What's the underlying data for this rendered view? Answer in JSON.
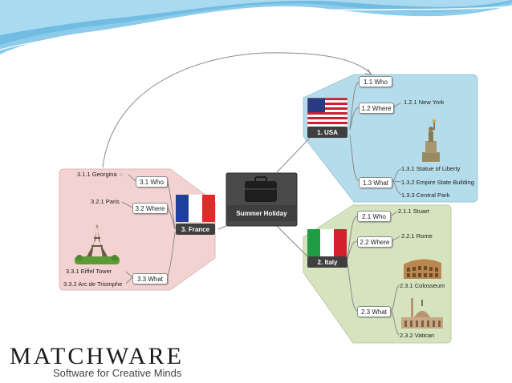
{
  "center": {
    "label": "Summer Holiday"
  },
  "usa": {
    "label": "1.  USA",
    "who": "1.1  Who",
    "where": "1.2  Where",
    "where_leaf": "1.2.1  New York",
    "what": "1.3  What",
    "what_leaves": [
      "1.3.1  Statue of Liberty",
      "1.3.2  Empire State Building",
      "1.3.3  Central Park"
    ]
  },
  "italy": {
    "label": "2.  Italy",
    "who": "2.1  Who",
    "who_leaf": "2.1.1  Stuart",
    "where": "2.2  Where",
    "where_leaf": "2.2.1  Rome",
    "what": "2.3  What",
    "what_leaves": [
      "2.3.1  Colosseum",
      "2.3.2  Vatican"
    ]
  },
  "france": {
    "label": "3.  France",
    "who": "3.1  Who",
    "who_leaf": "3.1.1  Georgina",
    "where": "3.2  Where",
    "where_leaf": "3.2.1  Paris",
    "what": "3.3  What",
    "what_leaves": [
      "3.3.1  Eiffel Tower",
      "3.3.2  Arc de Triomphe"
    ]
  },
  "brand": {
    "name": "MatchWare",
    "tagline": "Software for Creative Minds"
  },
  "colors": {
    "usa_zone": "#b5dcea",
    "italy_zone": "#d5e3bf",
    "france_zone": "#f3d3d2",
    "node_dark": "#3f3f3f",
    "banner": "#7fc3e6"
  }
}
